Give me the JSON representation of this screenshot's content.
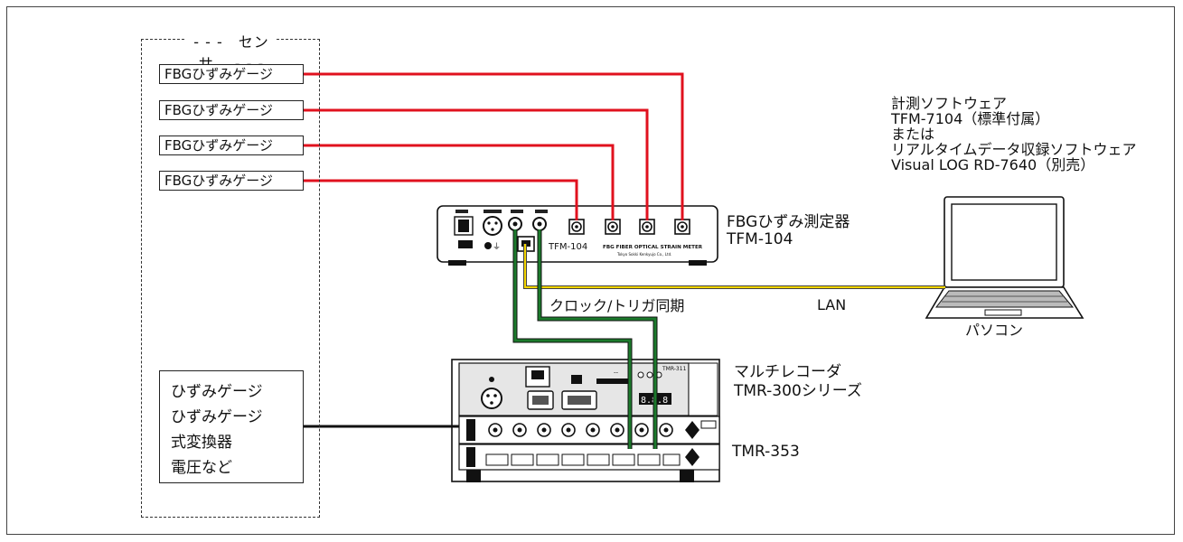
{
  "sensor_group": {
    "title": "- - -　センサ　 - - -",
    "fbg_gauges": [
      "FBGひずみゲージ",
      "FBGひずみゲージ",
      "FBGひずみゲージ",
      "FBGひずみゲージ"
    ],
    "other_sensors": [
      "ひずみゲージ",
      "ひずみゲージ",
      "式変換器",
      "電圧など"
    ]
  },
  "fbg_meter": {
    "name": "FBGひずみ測定器",
    "model": "TFM-104",
    "panel_model": "TFM-104",
    "panel_brand": "FBG FIBER OPTICAL STRAIN METER",
    "panel_maker": "Tokyo Sokki Kenkyujo Co., Ltd."
  },
  "software": {
    "lines": [
      "計測ソフトウェア",
      "TFM-7104（標準付属）",
      "または",
      "リアルタイムデータ収録ソフトウェア",
      "Visual LOG RD-7640（別売）"
    ]
  },
  "pc": {
    "label": "パソコン"
  },
  "connections": {
    "lan": "LAN",
    "sync": "クロック/トリガ同期"
  },
  "recorder": {
    "name": "マルチレコーダ",
    "series": "TMR-300シリーズ",
    "panel_model": "TMR-311",
    "display": "8.8.8",
    "module": "TMR-353"
  },
  "colors": {
    "fiber": "#e0111e",
    "lan": "#f2d400",
    "sync": "#1c7a2c",
    "wire": "#111111"
  }
}
